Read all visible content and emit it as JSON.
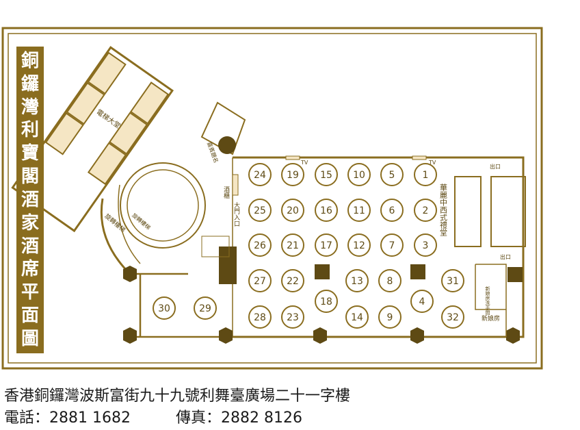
{
  "title_chars": [
    "銅",
    "鑼",
    "灣",
    "利",
    "寶",
    "閣",
    "酒",
    "家",
    "酒",
    "席",
    "平",
    "面",
    "圖"
  ],
  "labels": {
    "lift_lobby": "電梯大堂",
    "grand_staircase": "旋轉樓梯",
    "stairs_small": "旋轉樓梯",
    "vip_room": "嘉賓題名",
    "wine_bar": "酒櫃",
    "main_entrance": "大門入口",
    "ceremony_hall": "華麗中西式禮堂",
    "exit_top": "出口",
    "exit_mid": "出口",
    "bride_room": "新娘房",
    "bride_dressing": "新娘房洗手間",
    "tv": "TV"
  },
  "tables": [
    "1",
    "2",
    "3",
    "4",
    "5",
    "6",
    "7",
    "8",
    "9",
    "10",
    "11",
    "12",
    "13",
    "14",
    "15",
    "16",
    "17",
    "18",
    "19",
    "20",
    "21",
    "22",
    "23",
    "24",
    "25",
    "26",
    "27",
    "28",
    "29",
    "30",
    "31",
    "32"
  ],
  "address": "香港銅鑼灣波斯富街九十九號利舞臺廣場二十一字樓",
  "phone_line": "電話：2881 1682　　　傳真：2882 8126",
  "colors": {
    "brand": "#8a6d1f",
    "fill_light": "#f5e6c4",
    "line": "#8a6d1f",
    "dark": "#5e4a14"
  }
}
